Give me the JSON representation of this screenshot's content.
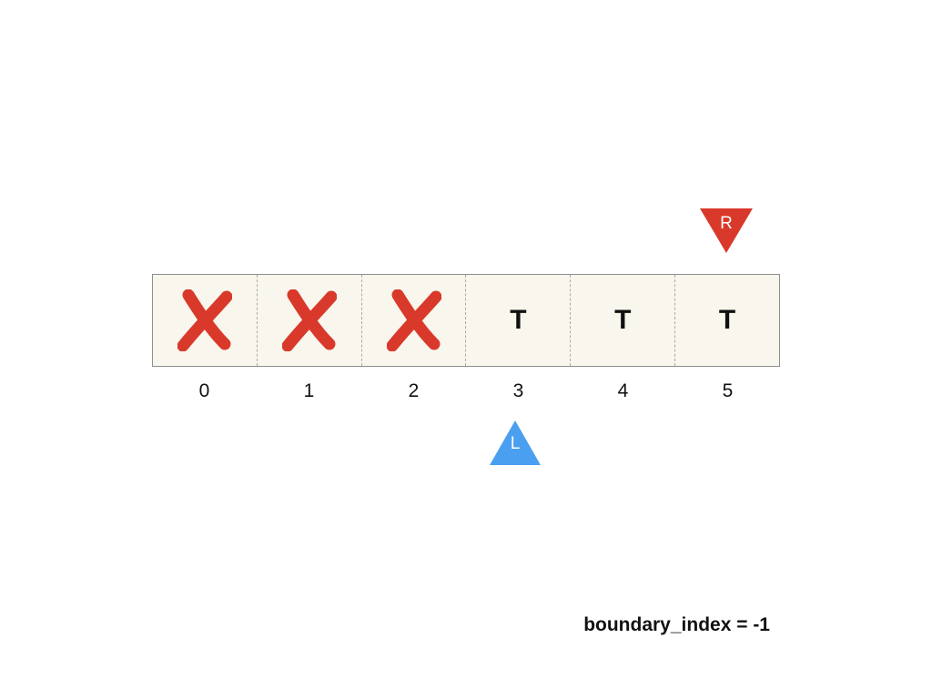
{
  "array": {
    "cells": [
      {
        "index": "0",
        "value": "",
        "eliminated": true
      },
      {
        "index": "1",
        "value": "",
        "eliminated": true
      },
      {
        "index": "2",
        "value": "",
        "eliminated": true
      },
      {
        "index": "3",
        "value": "T",
        "eliminated": false
      },
      {
        "index": "4",
        "value": "T",
        "eliminated": false
      },
      {
        "index": "5",
        "value": "T",
        "eliminated": false
      }
    ]
  },
  "pointers": {
    "right": {
      "label": "R",
      "at_index": 5,
      "color": "#d9392b"
    },
    "left": {
      "label": "L",
      "at_index": 3,
      "color": "#4a9ff0"
    }
  },
  "status": {
    "text": "boundary_index = -1"
  },
  "colors": {
    "cell_fill": "#f8f6ed",
    "cross_mark": "#d9392b",
    "text": "#111111"
  },
  "icons": {
    "eliminated": "cross-mark-icon",
    "right_pointer": "down-triangle-icon",
    "left_pointer": "up-triangle-icon"
  }
}
